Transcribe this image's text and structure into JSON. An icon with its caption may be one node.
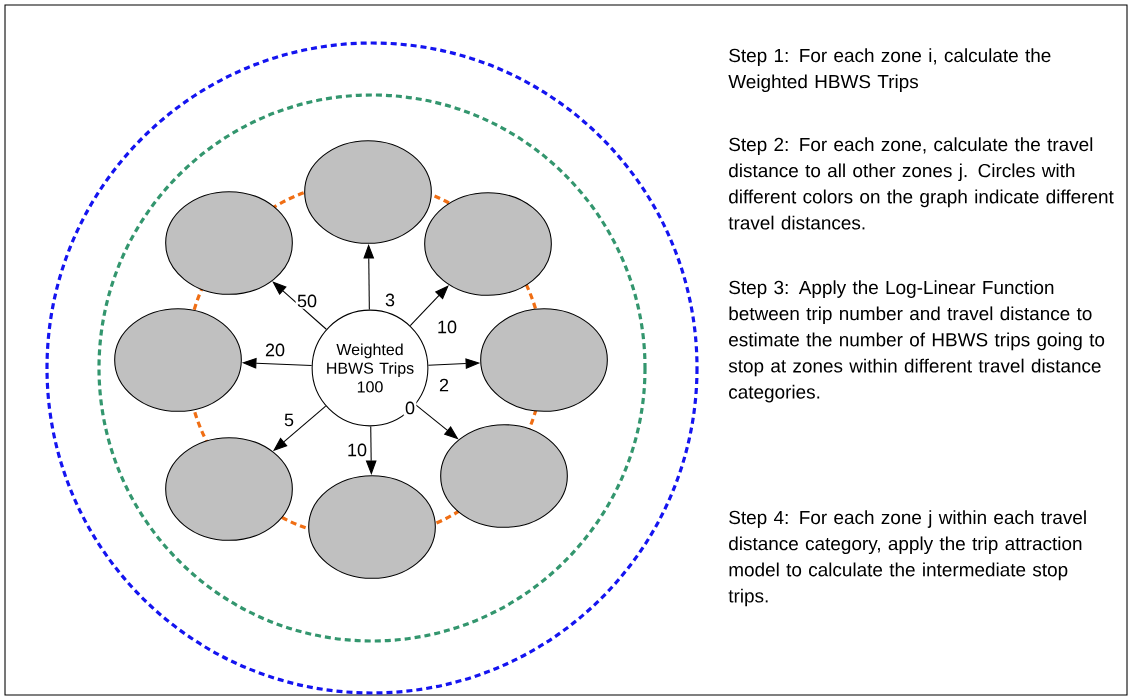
{
  "diagram": {
    "nodes": [
      {
        "text": [
          "Weighted HBWS Trips",
          "100"
        ]
      },
      {
        "text": [],
        "shape": "circle"
      },
      {
        "text": [],
        "shape": "circle"
      },
      {
        "text": [],
        "shape": "circle"
      },
      {
        "text": [],
        "shape": "circle"
      },
      {
        "text": [],
        "shape": "circle"
      },
      {
        "text": [],
        "shape": "circle"
      },
      {
        "text": [],
        "shape": "circle"
      },
      {
        "text": [],
        "shape": "circle"
      }
    ],
    "edges": [
      {
        "from": 0,
        "to": 1,
        "arrow": "to",
        "label": "3"
      },
      {
        "from": 0,
        "to": 2,
        "arrow": "to",
        "label": "50"
      },
      {
        "from": 0,
        "to": 3,
        "arrow": "to",
        "label": "10"
      },
      {
        "from": 0,
        "to": 4,
        "arrow": "to",
        "label": "20"
      },
      {
        "from": 0,
        "to": 5,
        "arrow": "to",
        "label": "2"
      },
      {
        "from": 0,
        "to": 6,
        "arrow": "to",
        "label": "0"
      },
      {
        "from": 0,
        "to": 7,
        "arrow": "to",
        "label": "5"
      },
      {
        "from": 0,
        "to": 8,
        "arrow": "to",
        "label": "10"
      }
    ],
    "labels": [
      "Step 1: For each zone i, calculate the Weighted HBWS Trips",
      "Step 2: For each zone, calculate the travel distance to all other zones j. Circles with different colors on the graph indicate different travel distances.",
      "Step 3: Apply the Log-Linear Function between trip number and travel distance to estimate the number of HBWS trips going to stop at zones within different travel distance categories.",
      "Step 4: For each zone j within each travel distance category, apply the trip attraction model to calculate the intermediate stop trips."
    ]
  }
}
